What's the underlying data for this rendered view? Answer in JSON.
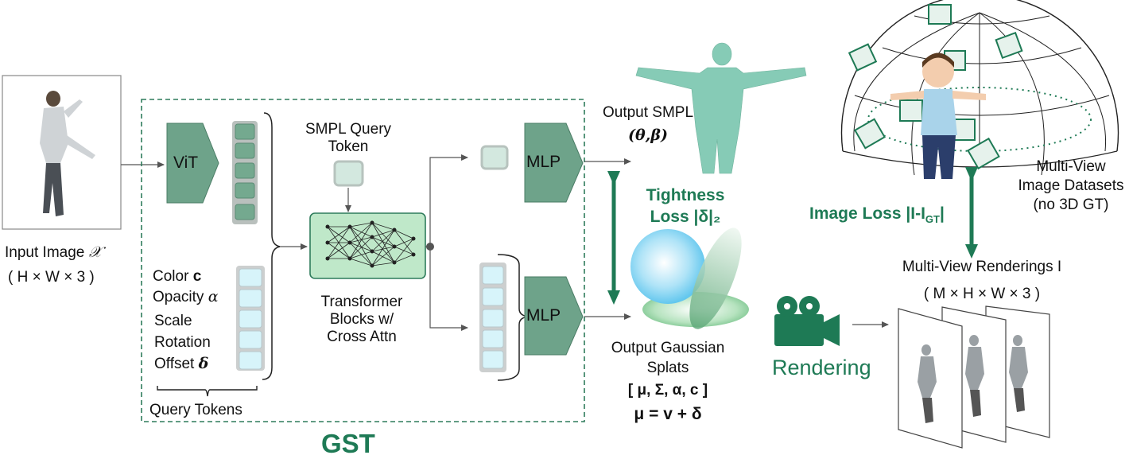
{
  "input": {
    "title": "Input Image",
    "symbol": "𝒳",
    "dims": "( H × W × 3 )"
  },
  "vit_label": "ViT",
  "smpl_query": {
    "line1": "SMPL Query",
    "line2": "Token"
  },
  "transformer": {
    "line1": "Transformer",
    "line2": "Blocks w/",
    "line3": "Cross Attn"
  },
  "mlp_top_label": "MLP",
  "mlp_bottom_label": "MLP",
  "query_attrs": {
    "color": "Color",
    "color_sym": "c",
    "opacity": "Opacity",
    "opacity_sym": "α",
    "scale": "Scale",
    "rotation": "Rotation",
    "offset": "Offset",
    "offset_sym": "δ"
  },
  "query_tokens_label": "Query Tokens",
  "gst_label": "GST",
  "output_smpl": {
    "line1": "Output SMPL",
    "line2": "(θ,β)"
  },
  "tightness": {
    "line1": "Tightness",
    "line2": "Loss |δ|₂"
  },
  "output_gaussian": {
    "line1": "Output Gaussian",
    "line2": "Splats",
    "line3": "[ μ, Σ, α, c ]",
    "line4": "μ = v + δ"
  },
  "rendering_label": "Rendering",
  "image_loss": "Image Loss |I-I",
  "image_loss_sub": "GT",
  "image_loss_end": "|",
  "multiview_dataset": {
    "line1": "Multi-View",
    "line2": "Image Datasets",
    "line3": "(no 3D GT)"
  },
  "multiview_renderings": {
    "line1": "Multi-View Renderings I",
    "line2": "( M × H × W × 3 )"
  },
  "colors": {
    "accent_green": "#1e7a55",
    "mlp_fill": "#6ea38a",
    "token_green": "#74a98f",
    "token_cyan": "#d7f4fa",
    "transformer_fill": "#bfe8c9"
  }
}
